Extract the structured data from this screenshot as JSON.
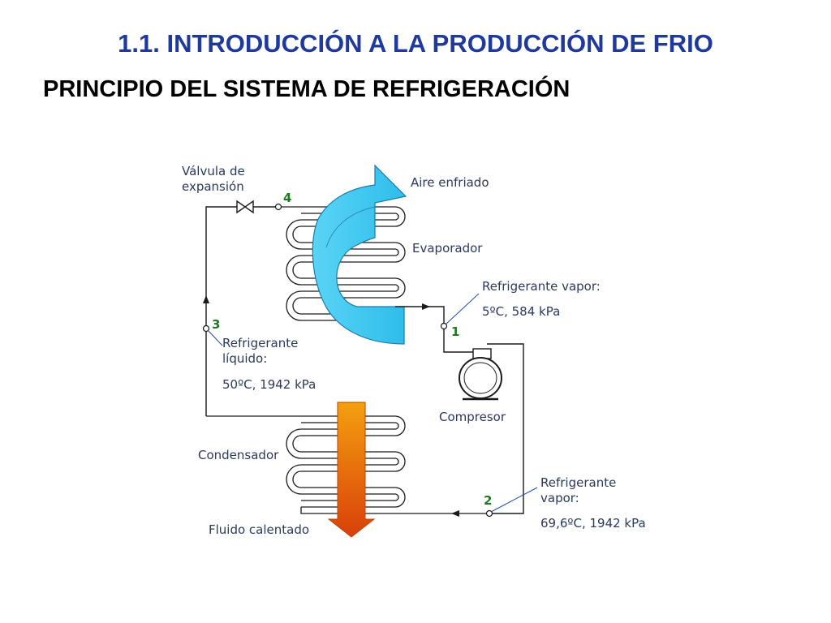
{
  "slide": {
    "title": "1.1. INTRODUCCIÓN A LA PRODUCCIÓN DE FRIO",
    "subtitle": "PRINCIPIO DEL SISTEMA DE REFRIGERACIÓN"
  },
  "diagram": {
    "valve_label_line1": "Válvula de",
    "valve_label_line2": "expansión",
    "air_cooled": "Aire enfriado",
    "evaporator": "Evaporador",
    "point1": {
      "number": "1",
      "label_line1": "Refrigerante vapor:",
      "label_line2": "5ºC, 584 kPa"
    },
    "point2": {
      "number": "2",
      "label_line1": "Refrigerante",
      "label_line2": "vapor:",
      "label_line3": "69,6ºC, 1942 kPa"
    },
    "point3": {
      "number": "3",
      "label_line1": "Refrigerante",
      "label_line2": "líquido:",
      "label_line3": "50ºC, 1942 kPa"
    },
    "point4": {
      "number": "4"
    },
    "compressor": "Compresor",
    "condenser": "Condensador",
    "heated_fluid": "Fluido calentado"
  },
  "colors": {
    "title": "#1f3a9c",
    "subtitle": "#000000",
    "point_numbers": "#1e7a1e",
    "cold_arrow": "#3cc8f0",
    "cold_arrow_stroke": "#1e7aa8",
    "hot_arrow_top": "#f4a00e",
    "hot_arrow_bottom": "#d8400a"
  }
}
